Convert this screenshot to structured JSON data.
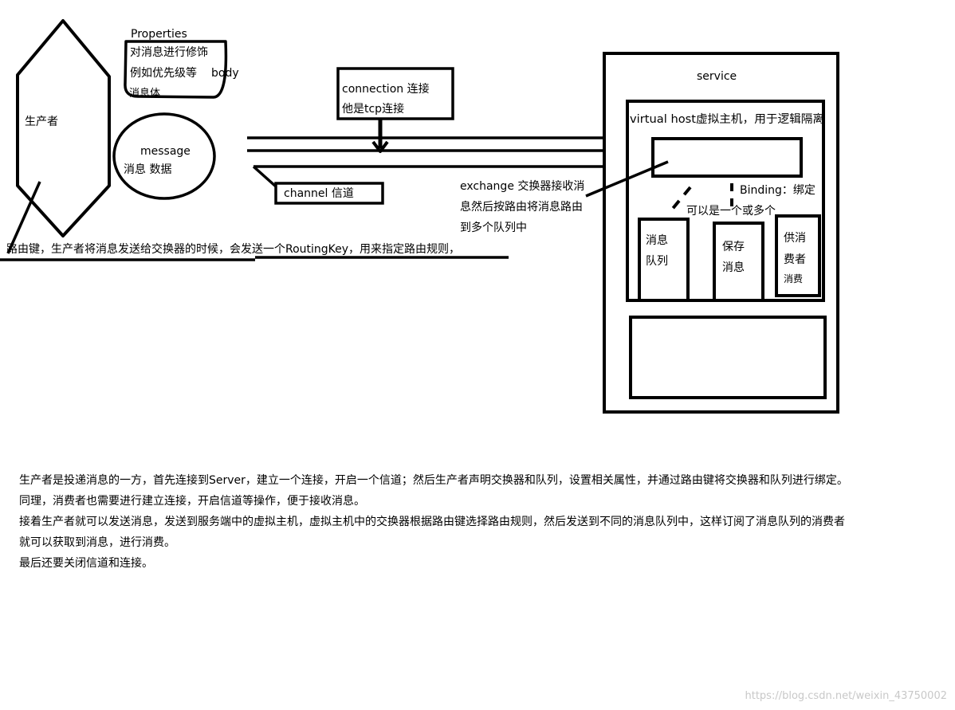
{
  "producer": {
    "label": "生产者"
  },
  "properties": {
    "title": "Properties",
    "line1": "对消息进行修饰",
    "line2": "例如优先级等",
    "body": "body",
    "line3": "消息体"
  },
  "message": {
    "title": "message",
    "subtitle": "消息  数据"
  },
  "connection": {
    "line1": "connection    连接",
    "line2": "他是tcp连接"
  },
  "channel": {
    "label": "channel    信道"
  },
  "exchange": {
    "line1": "exchange 交换器接收消",
    "line2": "息然后按路由将消息路由",
    "line3": "到多个队列中"
  },
  "routing_key": {
    "text": "路由键，生产者将消息发送给交换器的时候，会发送一个RoutingKey，用来指定路由规则，"
  },
  "service": {
    "title": "service",
    "vhost": "virtual host虚拟主机，用于逻辑隔离",
    "binding": "Binding：绑定",
    "one_or_more": "可以是一个或多个",
    "queue": {
      "line1": "消息",
      "line2": "队列"
    },
    "store": {
      "line1": "保存",
      "line2": "消息"
    },
    "consumer": {
      "line1": "供消",
      "line2": "费者",
      "line3": "消费"
    }
  },
  "explanation": [
    "生产者是投递消息的一方，首先连接到Server，建立一个连接，开启一个信道；然后生产者声明交换器和队列，设置相关属性，并通过路由键将交换器和队列进行绑定。",
    "同理，消费者也需要进行建立连接，开启信道等操作，便于接收消息。",
    "接着生产者就可以发送消息，发送到服务端中的虚拟主机，虚拟主机中的交换器根据路由键选择路由规则，然后发送到不同的消息队列中，这样订阅了消息队列的消费者",
    "就可以获取到消息，进行消费。",
    "最后还要关闭信道和连接。"
  ],
  "watermark": "https://blog.csdn.net/weixin_43750002",
  "colors": {
    "ink": "#000000",
    "background": "#ffffff",
    "watermark": "#c8c8c8"
  }
}
